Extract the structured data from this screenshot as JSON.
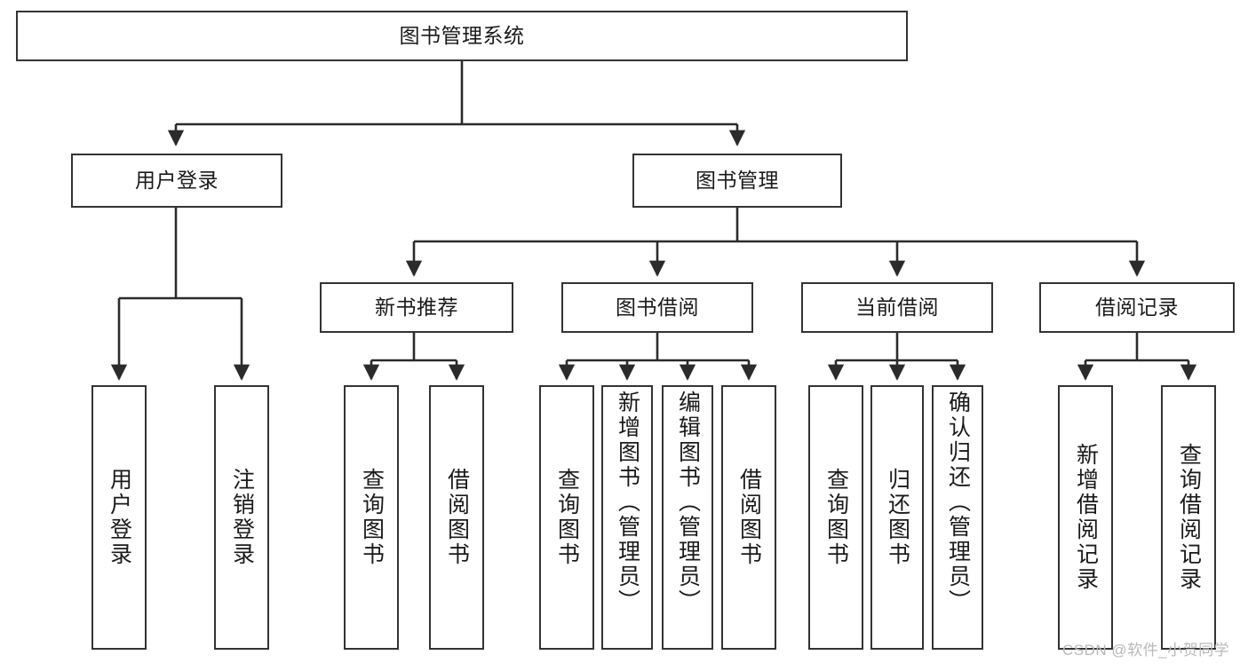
{
  "diagram": {
    "title": "图书管理系统",
    "type": "tree-hierarchy",
    "colors": {
      "box_border": "#333333",
      "box_fill": "#ffffff",
      "edge": "#2b2b2b",
      "text": "#1a1a1a",
      "watermark": "#b9b9b9"
    },
    "root": {
      "label": "图书管理系统"
    },
    "level2": [
      {
        "label": "用户登录"
      },
      {
        "label": "图书管理"
      }
    ],
    "level3": [
      {
        "label": "新书推荐"
      },
      {
        "label": "图书借阅"
      },
      {
        "label": "当前借阅"
      },
      {
        "label": "借阅记录"
      }
    ],
    "leaves": {
      "user_login": [
        {
          "label": "用户登录"
        },
        {
          "label": "注销登录"
        }
      ],
      "new_book_recommend": [
        {
          "label": "查询图书"
        },
        {
          "label": "借阅图书"
        }
      ],
      "book_borrow": [
        {
          "label": "查询图书"
        },
        {
          "label": "新增图书（管理员）"
        },
        {
          "label": "编辑图书（管理员）"
        },
        {
          "label": "借阅图书"
        }
      ],
      "current_borrow": [
        {
          "label": "查询图书"
        },
        {
          "label": "归还图书"
        },
        {
          "label": "确认归还（管理员）"
        }
      ],
      "borrow_record": [
        {
          "label": "新增借阅记录"
        },
        {
          "label": "查询借阅记录"
        }
      ]
    }
  },
  "watermark": {
    "text": "CSDN @软件_小贺同学"
  }
}
